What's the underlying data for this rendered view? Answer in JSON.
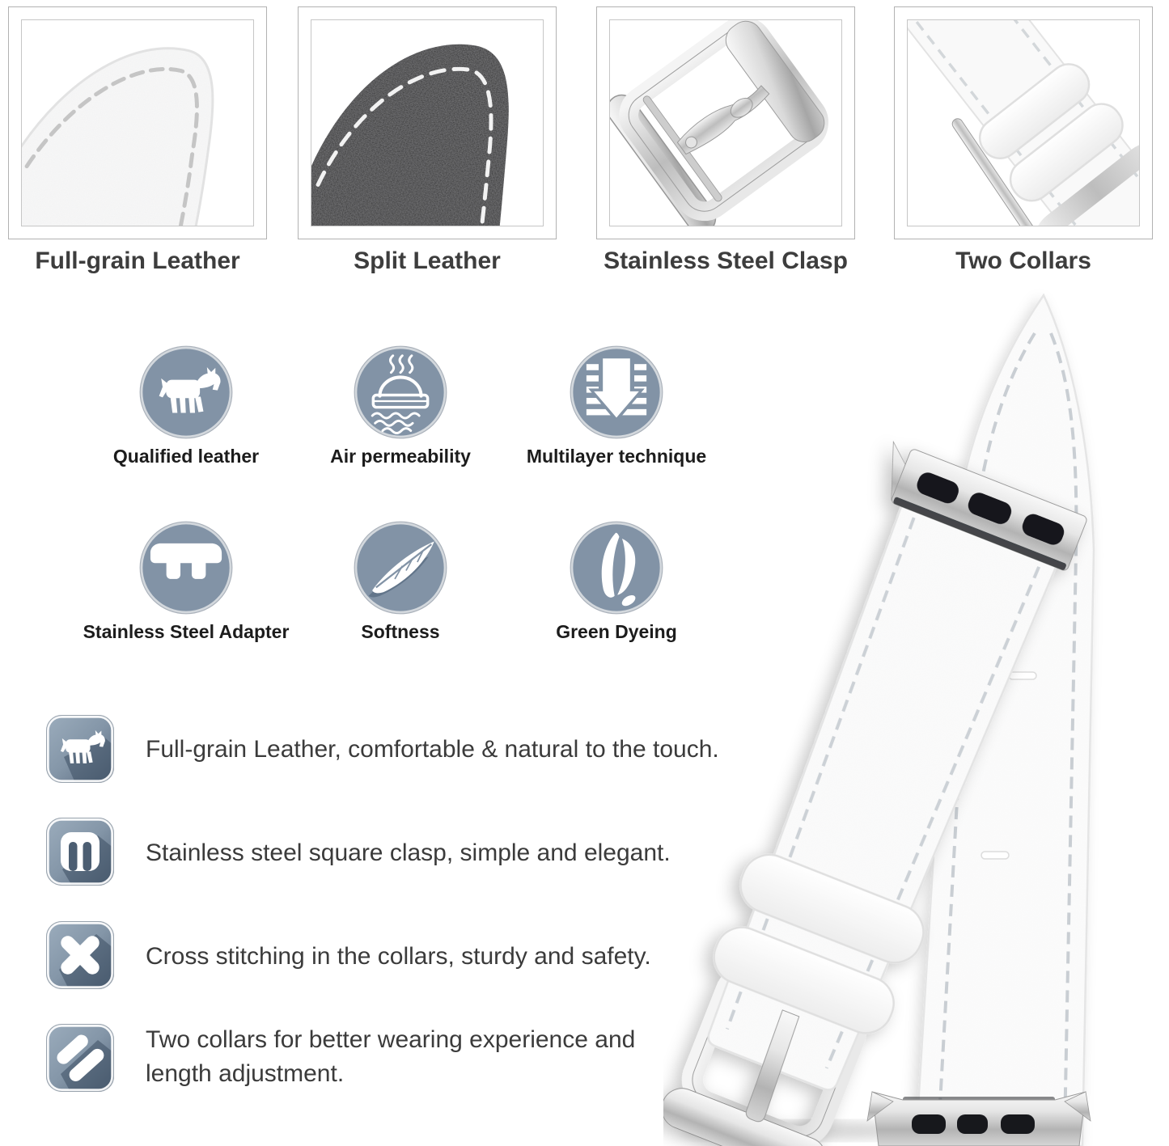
{
  "colors": {
    "badge_circle": "#8293a6",
    "badge_ring": "#d3d8dd",
    "tile_light": "#9cadbd",
    "tile_dark": "#57687c",
    "tile_shadow": "#3d4f63",
    "heading_text": "#3d3d3d",
    "body_text": "#3b3b3b",
    "box_border": "#b2b2b2",
    "stitch_gray": "#ccd1d6",
    "leather_black": "#202023",
    "steel_mid": "#bfbfbf"
  },
  "feature_boxes": [
    {
      "label": "Full-grain Leather",
      "photo": "white-leather-stitched-tip"
    },
    {
      "label": "Split Leather",
      "photo": "black-leather-stitched-tip"
    },
    {
      "label": "Stainless Steel Clasp",
      "photo": "polished-steel-buckle"
    },
    {
      "label": "Two Collars",
      "photo": "white-strap-with-two-collars"
    }
  ],
  "badges": [
    {
      "label": "Qualified leather",
      "icon": "cow-icon"
    },
    {
      "label": "Air permeability",
      "icon": "breathable-mattress-icon"
    },
    {
      "label": "Multilayer technique",
      "icon": "layers-down-arrow-icon"
    },
    {
      "label": "Stainless Steel Adapter",
      "icon": "watch-adapter-icon"
    },
    {
      "label": "Softness",
      "icon": "feather-icon"
    },
    {
      "label": "Green Dyeing",
      "icon": "leaf-dye-icon"
    }
  ],
  "bullets": [
    {
      "icon": "cow-icon",
      "text": "Full-grain Leather, comfortable & natural to the touch."
    },
    {
      "icon": "square-clasp-icon",
      "text": "Stainless steel square clasp, simple and elegant."
    },
    {
      "icon": "cross-stitch-icon",
      "text": "Cross stitching in the collars, sturdy and safety."
    },
    {
      "icon": "two-collars-icon",
      "text": "Two collars for better wearing experience and length adjustment."
    }
  ],
  "product_photo": {
    "description": "white leather watch band with stainless steel buckle, two collars and watch adapters"
  }
}
